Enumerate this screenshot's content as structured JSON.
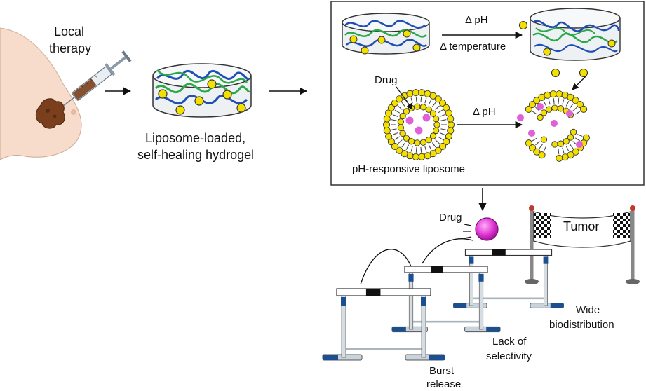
{
  "labels": {
    "local_therapy_line1": "Local",
    "local_therapy_line2": "therapy",
    "hydrogel_line1": "Liposome-loaded,",
    "hydrogel_line2": "self-healing hydrogel",
    "delta_ph_top": "Δ pH",
    "delta_temperature": "Δ temperature",
    "drug_panel": "Drug",
    "delta_ph_bottom": "Δ pH",
    "ph_liposome": "pH-responsive liposome",
    "drug_hurdle": "Drug",
    "tumor": "Tumor",
    "wide_line1": "Wide",
    "wide_line2": "biodistribution",
    "lack_line1": "Lack of",
    "lack_line2": "selectivity",
    "burst_line1": "Burst",
    "burst_line2": "release"
  },
  "colors": {
    "polymer_blue": "#1f4fb5",
    "polymer_green": "#2aa84a",
    "lipid_yellow": "#f4e000",
    "drug_pink": "#e060d8",
    "ball_pink": "#e03ad6",
    "tumor_brown": "#7a3f1c",
    "skin": "#f7dccb",
    "hurdle_blue": "#1b4f8f"
  }
}
